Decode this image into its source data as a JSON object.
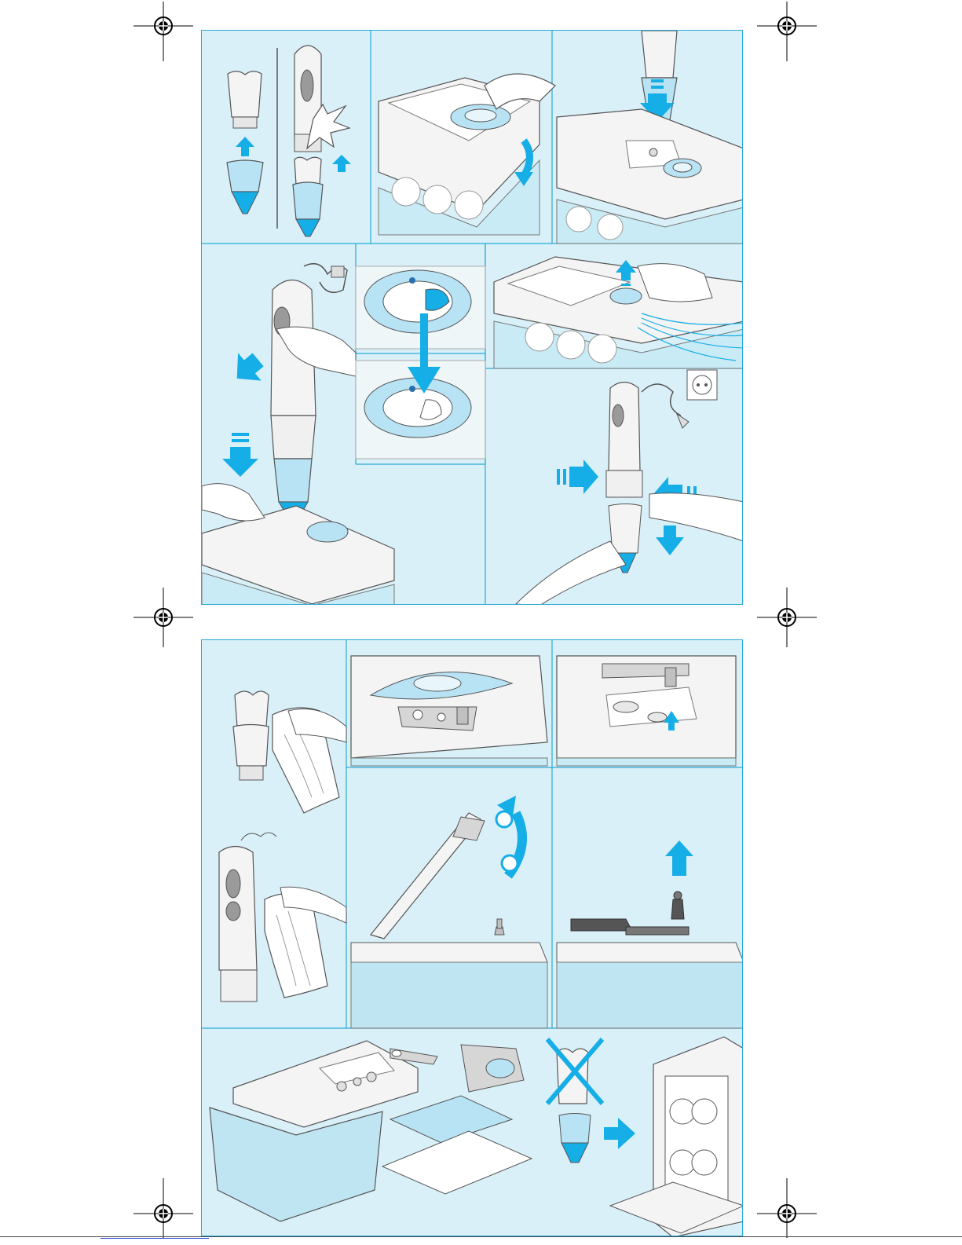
{
  "document": {
    "type": "appliance instruction illustrations",
    "sheets": [
      {
        "id": "top",
        "frames": 10
      },
      {
        "id": "bottom",
        "frames": 8
      }
    ]
  },
  "colors": {
    "panel_bg": "#d9f0f8",
    "panel_border": "#29a9d8",
    "arrow_blue": "#16aee6",
    "appliance_white": "#f4f4f4",
    "appliance_grey": "#9a9a9a",
    "outline": "#555555"
  },
  "icons": [
    "registration-mark",
    "arrow-up",
    "arrow-down",
    "arrow-left",
    "arrow-right",
    "curved-arrow",
    "cross-mark",
    "power-plug",
    "wall-socket"
  ]
}
